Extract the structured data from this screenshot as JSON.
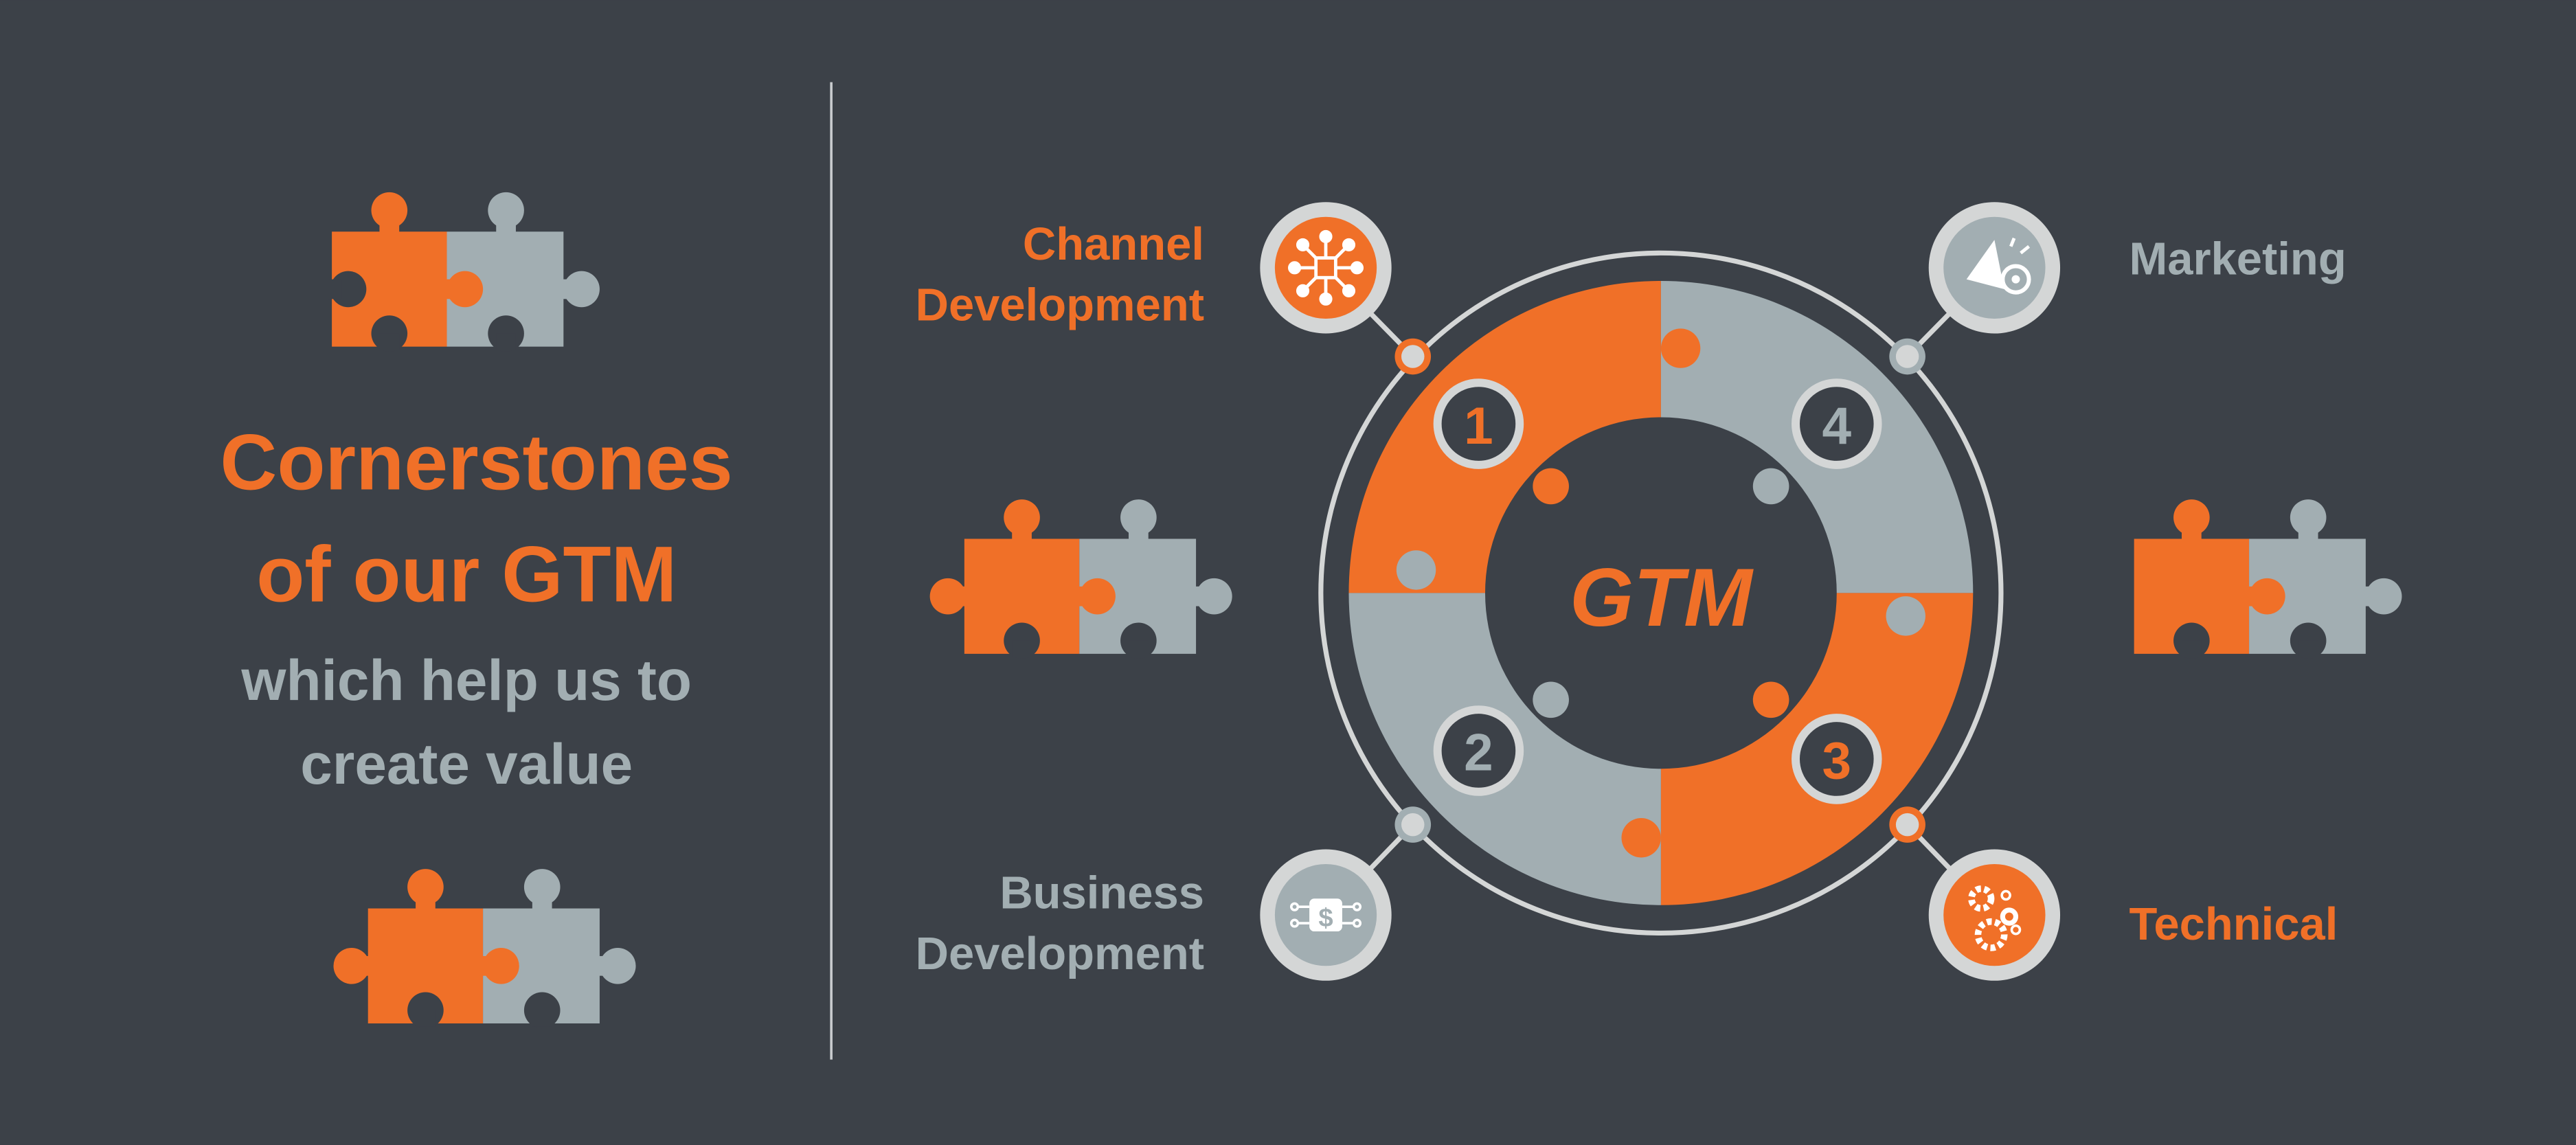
{
  "colors": {
    "background": "#3c4148",
    "orange": "#f07028",
    "gray": "#a2aeb2",
    "light": "#d4d6d6"
  },
  "left": {
    "title_line1": "Cornerstones",
    "title_line2": "of our GTM",
    "subtitle_line1": "which help us to",
    "subtitle_line2": "create value"
  },
  "center": {
    "label": "GTM"
  },
  "steps": [
    {
      "number": "1",
      "label_line1": "Channel",
      "label_line2": "Development",
      "icon": "network-hub-icon"
    },
    {
      "number": "2",
      "label_line1": "Business",
      "label_line2": "Development",
      "icon": "dollar-circuit-icon"
    },
    {
      "number": "3",
      "label_line1": "Technical",
      "icon": "gears-icon"
    },
    {
      "number": "4",
      "label_line1": "Marketing",
      "icon": "megaphone-target-icon"
    }
  ]
}
